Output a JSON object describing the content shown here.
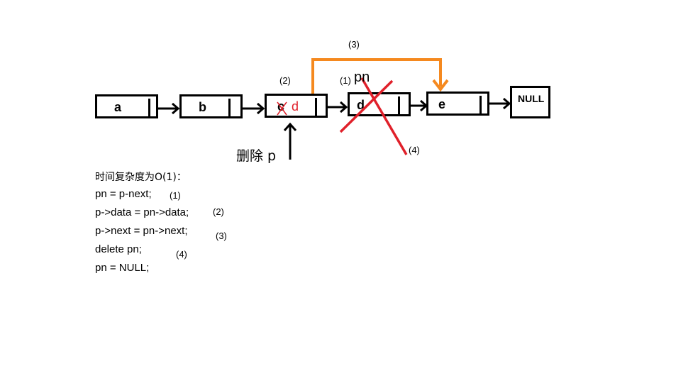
{
  "nodes": {
    "a": "a",
    "b": "b",
    "c_old": "c",
    "c_new": "d",
    "d": "d",
    "e": "e",
    "null": "NULL"
  },
  "labels": {
    "step3_top": "(3)",
    "step2_top": "(2)",
    "step1_top": "(1)",
    "pn": "pn",
    "step4_cross": "(4)",
    "delete_p": "删除 p"
  },
  "code": {
    "heading": "时间复杂度为O(1)：",
    "lines": [
      {
        "text": "pn = p-next;",
        "step": "(1)"
      },
      {
        "text": "p->data = pn->data;",
        "step": "(2)"
      },
      {
        "text": "p->next = pn->next;",
        "step": "(3)"
      },
      {
        "text": "delete pn;",
        "step": "(4)"
      },
      {
        "text": "pn = NULL;",
        "step": ""
      }
    ]
  },
  "colors": {
    "ink": "#000000",
    "orange": "#f5891f",
    "red": "#e0202a"
  }
}
